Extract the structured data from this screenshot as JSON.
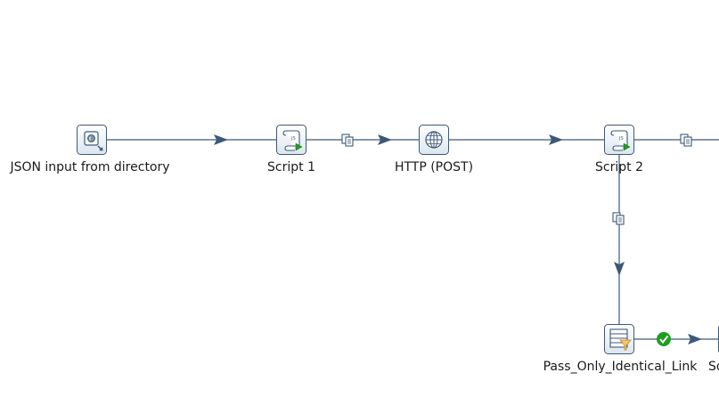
{
  "canvas": {
    "background": "#ffffff",
    "hop_color": "#3c5a78",
    "icon_border": "#3c5a78",
    "icon_fill_top": "#ffffff",
    "icon_fill_bottom": "#dce6ef",
    "accent_green": "#1e9e1e"
  },
  "steps": [
    {
      "id": "json-input",
      "label": "JSON input from directory",
      "icon": "json-input-icon"
    },
    {
      "id": "script-1",
      "label": "Script 1",
      "icon": "script-icon"
    },
    {
      "id": "http-post",
      "label": "HTTP (POST)",
      "icon": "globe-icon"
    },
    {
      "id": "script-2",
      "label": "Script 2",
      "icon": "script-icon"
    },
    {
      "id": "pass-only",
      "label": "Pass_Only_Identical_Link",
      "icon": "filter-rows-icon"
    },
    {
      "id": "cut-off-step",
      "label": "So",
      "icon": "step-icon"
    }
  ],
  "hops": [
    {
      "from": "json-input",
      "to": "script-1",
      "marker": "none"
    },
    {
      "from": "script-1",
      "to": "http-post",
      "marker": "copy-icon"
    },
    {
      "from": "http-post",
      "to": "script-2",
      "marker": "none"
    },
    {
      "from": "script-2",
      "to": "offscreen",
      "marker": "copy-icon"
    },
    {
      "from": "script-2",
      "to": "pass-only",
      "marker": "copy-icon"
    },
    {
      "from": "pass-only",
      "to": "cut-off-step",
      "marker": "true-check-icon"
    }
  ]
}
